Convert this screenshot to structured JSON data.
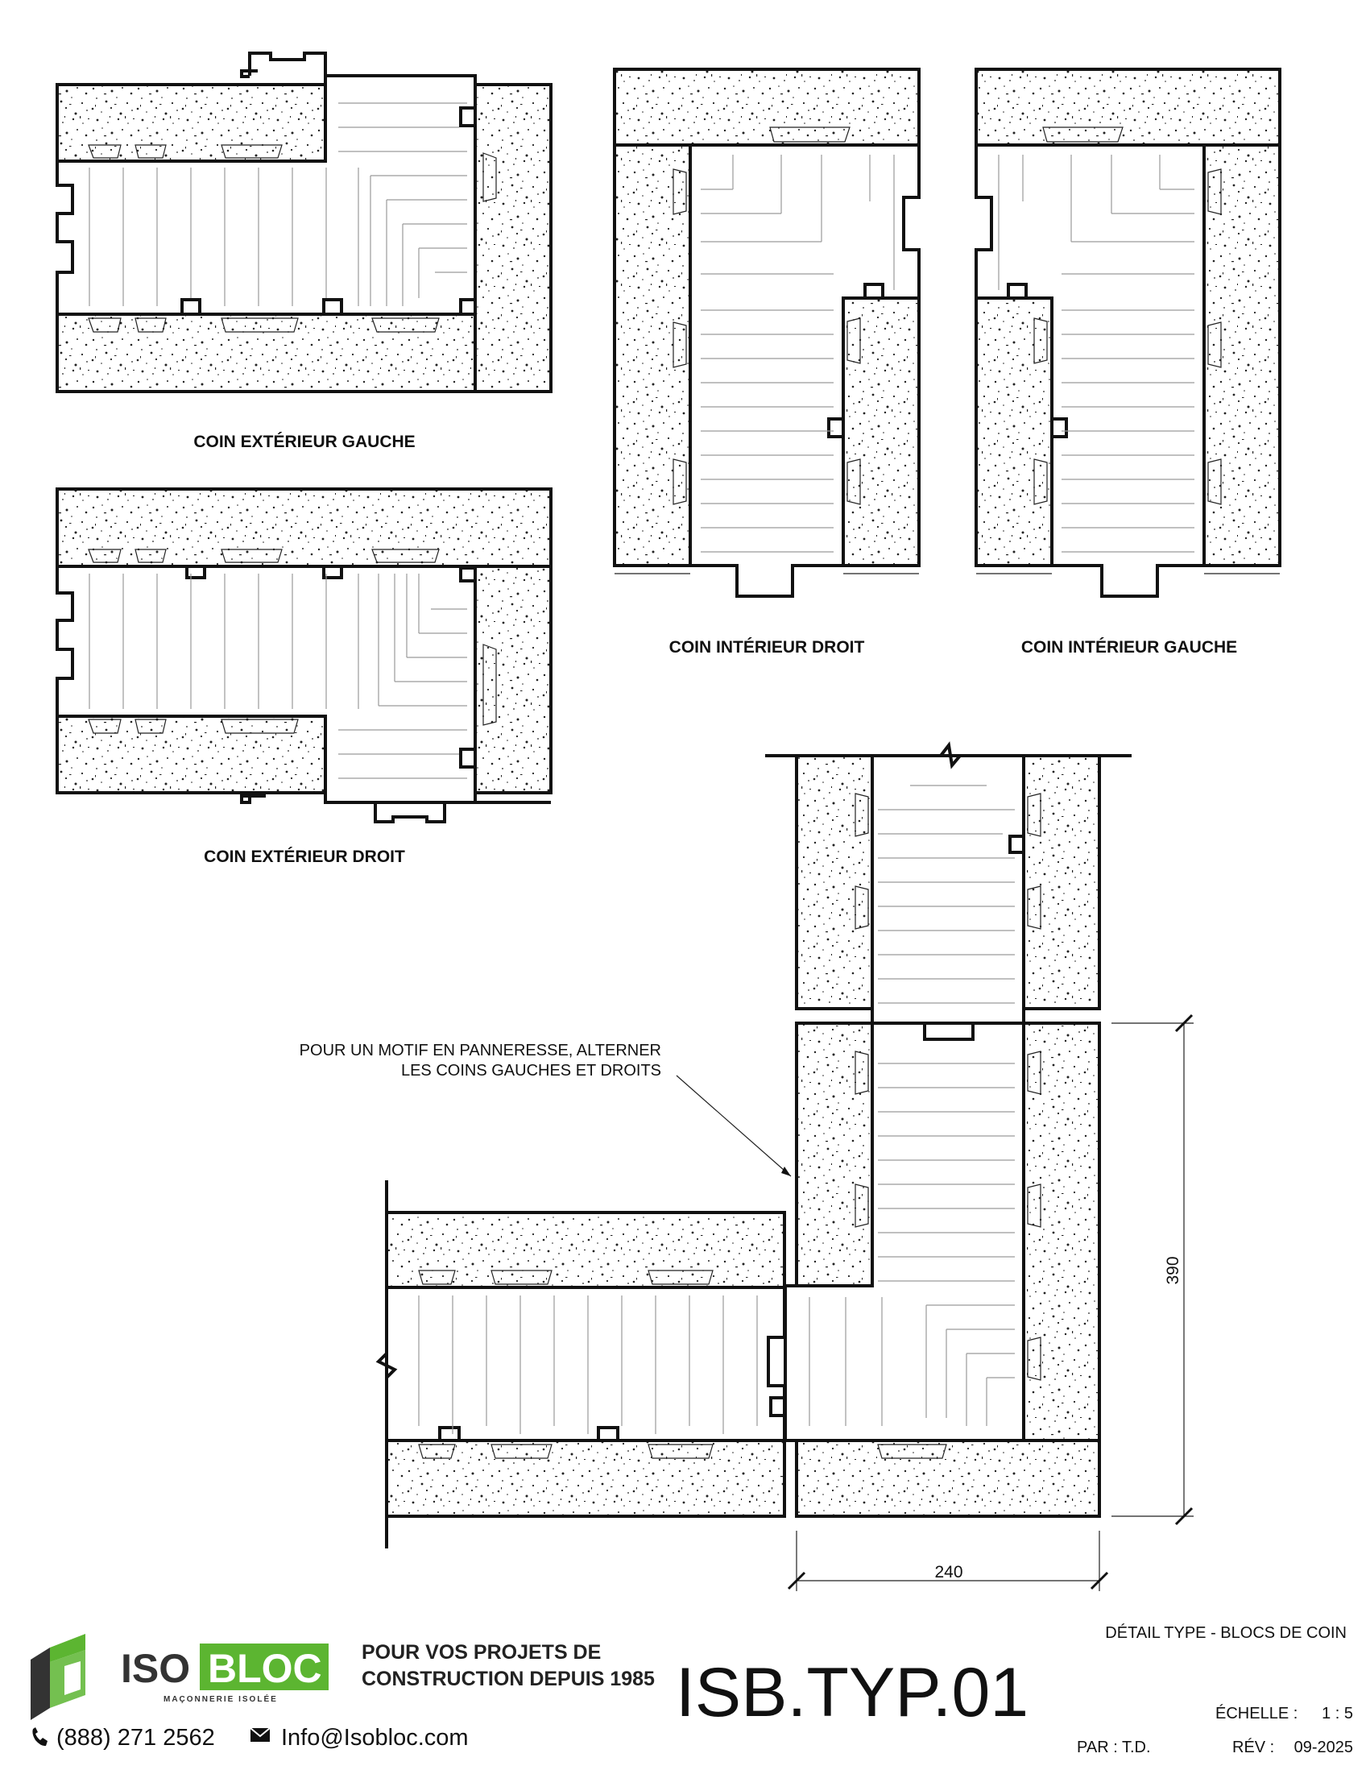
{
  "diagrams": {
    "outer_left_caption": "COIN EXTÉRIEUR GAUCHE",
    "outer_right_caption": "COIN EXTÉRIEUR DROIT",
    "inner_right_caption": "COIN INTÉRIEUR DROIT",
    "inner_left_caption": "COIN INTÉRIEUR GAUCHE"
  },
  "assembly": {
    "note_line1": "POUR UN MOTIF EN PANNERESSE, ALTERNER",
    "note_line2": "LES COINS GAUCHES ET DROITS",
    "dim_vertical": "390",
    "dim_horizontal": "240"
  },
  "title_block": {
    "sheet_title": "DÉTAIL TYPE - BLOCS DE COIN",
    "drawing_code": "ISB.TYP.01",
    "scale_label": "ÉCHELLE :",
    "scale_value": "1 : 5",
    "by_label": "PAR : T.D.",
    "rev_label": "RÉV :",
    "rev_value": "09-2025"
  },
  "brand": {
    "logo_iso": "ISO",
    "logo_bloc": "BLOC",
    "logo_subtitle": "MAÇONNERIE ISOLÉE",
    "slogan_line1": "POUR VOS PROJETS DE",
    "slogan_line2": "CONSTRUCTION DEPUIS 1985",
    "phone": "(888) 271 2562",
    "email": "Info@Isobloc.com",
    "phone_icon": "phone-icon",
    "email_icon": "envelope-icon",
    "accent_color": "#5cb531"
  }
}
